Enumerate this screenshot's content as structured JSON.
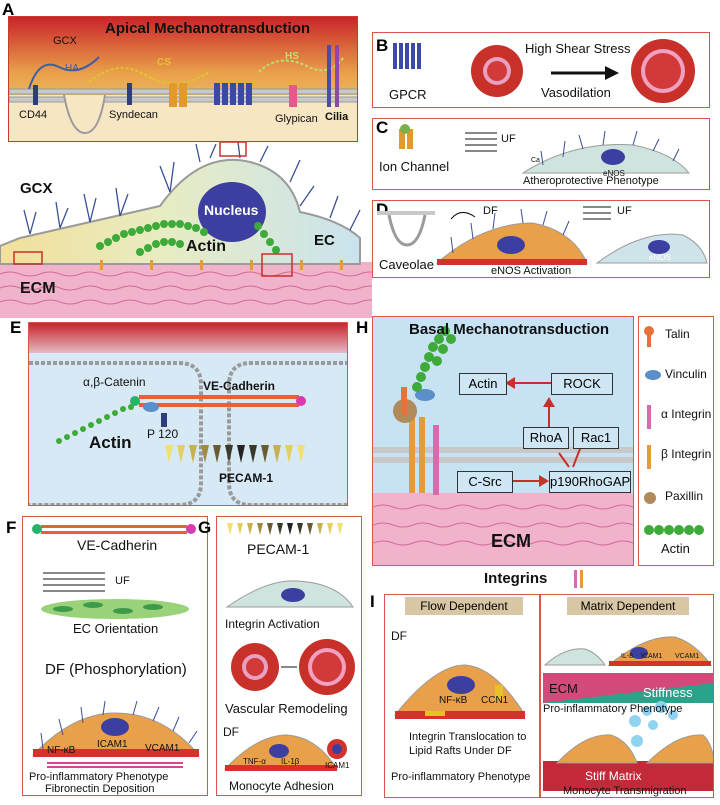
{
  "panels": {
    "A": {
      "letter": "A",
      "title": "Apical Mechanotransduction",
      "labels": {
        "gcx_top": "GCX",
        "ha": "HA",
        "cs": "CS",
        "hs": "HS",
        "cd44": "CD44",
        "syndecan": "Syndecan",
        "glypican": "Glypican",
        "cilia": "Cilia"
      }
    },
    "B": {
      "letter": "B",
      "gpcr": "GPCR",
      "high_shear": "High Shear Stress",
      "vasodilation": "Vasodilation"
    },
    "C": {
      "letter": "C",
      "ion_channel": "Ion Channel",
      "uf": "UF",
      "ca": "Ca",
      "enos": "eNOS",
      "phenotype": "Atheroprotective Phenotype"
    },
    "D": {
      "letter": "D",
      "caveolae": "Caveolae",
      "df": "DF",
      "uf": "UF",
      "enos": "eNOS",
      "activation": "eNOS Activation"
    },
    "cell": {
      "gcx": "GCX",
      "nucleus": "Nucleus",
      "actin": "Actin",
      "ec": "EC",
      "ecm": "ECM"
    },
    "E": {
      "letter": "E",
      "catenin": "α,β-Catenin",
      "vecadherin": "VE-Cadherin",
      "p120": "P 120",
      "actin": "Actin",
      "pecam": "PECAM-1"
    },
    "H": {
      "letter": "H",
      "title": "Basal Mechanotransduction",
      "actin": "Actin",
      "rock": "ROCK",
      "rhoa": "RhoA",
      "rac1": "Rac1",
      "csrc": "C-Src",
      "p190": "p190RhoGAP",
      "ecm": "ECM"
    },
    "legend": {
      "items": [
        {
          "name": "Talin",
          "color": "#e8703a"
        },
        {
          "name": "Vinculin",
          "color": "#5b8fc9"
        },
        {
          "name": "α Integrin",
          "color": "#d86ab0"
        },
        {
          "name": "β Integrin",
          "color": "#e59a3c"
        },
        {
          "name": "Paxillin",
          "color": "#b08a5a"
        },
        {
          "name": "Actin",
          "color": "#4caf3a"
        }
      ]
    },
    "F": {
      "letter": "F",
      "vecadherin": "VE-Cadherin",
      "uf": "UF",
      "orientation": "EC Orientation",
      "df_phos": "DF  (Phosphorylation)",
      "nfkb": "NF-κB",
      "icam1": "ICAM1",
      "vcam1": "VCAM1",
      "phenotype": "Pro-inflammatory Phenotype",
      "fibronectin": "Fibronectin Deposition"
    },
    "G": {
      "letter": "G",
      "pecam": "PECAM-1",
      "integrin_activation": "Integrin Activation",
      "remodeling": "Vascular Remodeling",
      "df": "DF",
      "tnfa": "TNF-α",
      "il1b": "IL-1β",
      "icam1": "ICAM1",
      "monocyte": "Monocyte Adhesion"
    },
    "I": {
      "letter": "I",
      "integrins": "Integrins",
      "flow_dep": "Flow Dependent",
      "matrix_dep": "Matrix Dependent",
      "df": "DF",
      "nfkb": "NF-κB",
      "ccn1": "CCN1",
      "translocation1": "Integrin Translocation to",
      "translocation2": "Lipid Rafts Under DF",
      "phenotype_left": "Pro-inflammatory Phenotype",
      "il8": "IL-8",
      "icam1": "ICAM1",
      "vcam1": "VCAM1",
      "ecm": "ECM",
      "stiffness": "Stiffness",
      "phenotype_right": "Pro-inflammatory Phenotype",
      "stiff_matrix": "Stiff Matrix",
      "transmigration": "Monocyte Transmigration"
    }
  }
}
